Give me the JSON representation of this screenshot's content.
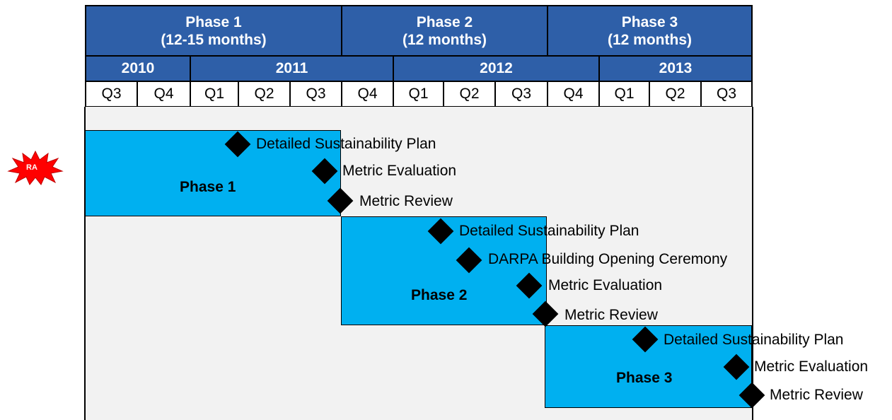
{
  "phase_headers": [
    {
      "name": "Phase 1",
      "duration": "(12-15 months)"
    },
    {
      "name": "Phase 2",
      "duration": "(12 months)"
    },
    {
      "name": "Phase 3",
      "duration": "(12 months)"
    }
  ],
  "years": [
    "2010",
    "2011",
    "2012",
    "2013"
  ],
  "quarters": [
    "Q3",
    "Q4",
    "Q1",
    "Q2",
    "Q3",
    "Q4",
    "Q1",
    "Q2",
    "Q3",
    "Q4",
    "Q1",
    "Q2",
    "Q3"
  ],
  "phases": [
    {
      "label": "Phase 1",
      "milestones": [
        "Detailed Sustainability Plan",
        "Metric Evaluation",
        "Metric Review"
      ]
    },
    {
      "label": "Phase 2",
      "milestones": [
        "Detailed Sustainability Plan",
        "DARPA Building Opening Ceremony",
        "Metric Evaluation",
        "Metric Review"
      ]
    },
    {
      "label": "Phase 3",
      "milestones": [
        "Detailed Sustainability Plan",
        "Metric Evaluation",
        "Metric Review"
      ]
    }
  ],
  "badge": {
    "label": "RA"
  },
  "colors": {
    "header": "#2e5fa8",
    "phase_box": "#00b0f0",
    "chart_bg": "#f2f2f2",
    "badge": "#ff0000"
  }
}
